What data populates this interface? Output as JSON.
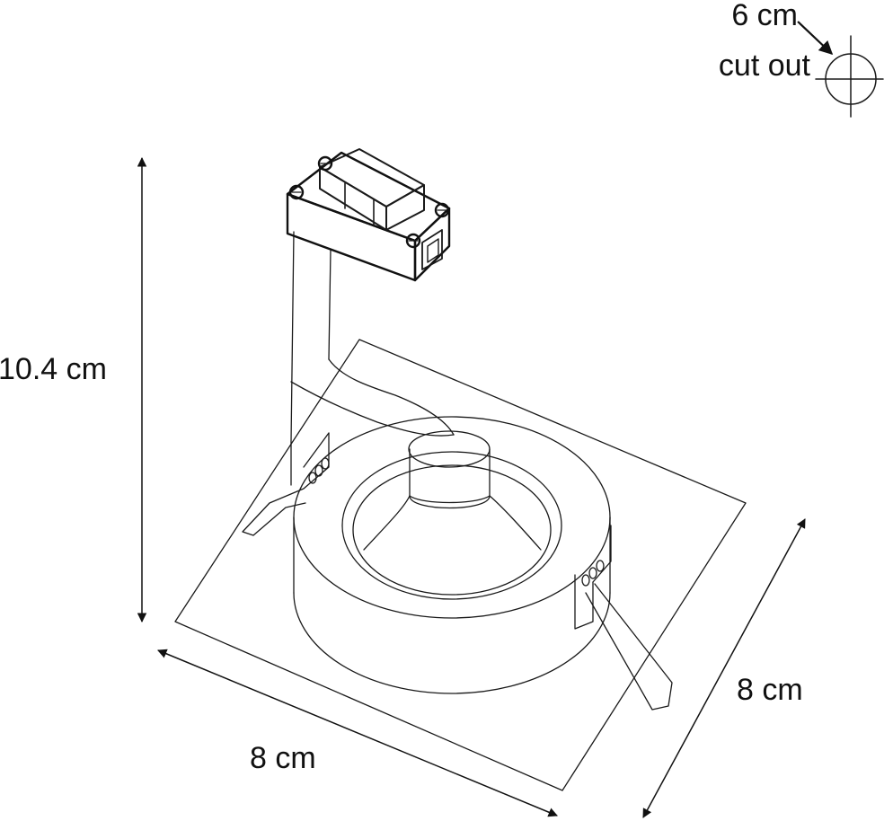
{
  "cutout": {
    "diameter_label": "6 cm",
    "caption": "cut out"
  },
  "dimensions": {
    "height": "10.4 cm",
    "width": "8 cm",
    "depth": "8 cm"
  }
}
